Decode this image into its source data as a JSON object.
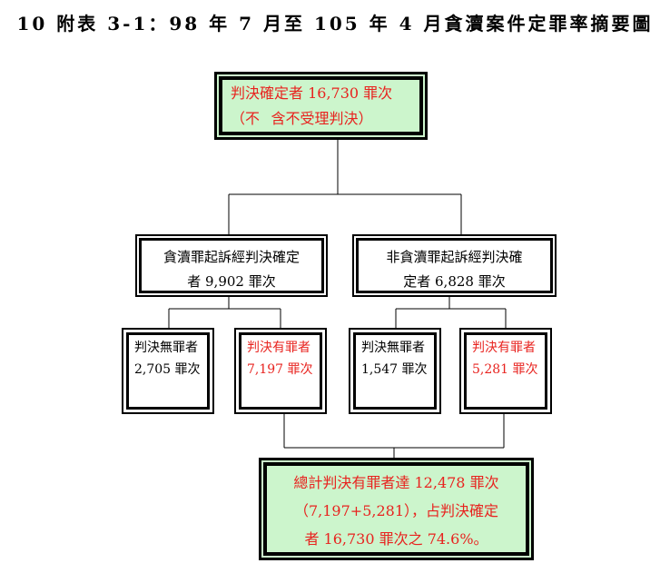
{
  "title": "10 附表 3-1：98 年 7 月至 105 年 4 月貪瀆案件定罪率摘要圖",
  "colors": {
    "accent_red": "#e8231f",
    "box_green": "#ccf5cc"
  },
  "root": {
    "line1": "判決確定者 16,730 罪次（不",
    "line2": "含不受理判決）"
  },
  "left_branch": {
    "line1": "貪瀆罪起訴經判決確定",
    "line2": "者 9,902 罪次",
    "not_guilty": {
      "label": "判決無罪者",
      "count": "2,705 罪次"
    },
    "guilty": {
      "label": "判決有罪者",
      "count": "7,197 罪次"
    }
  },
  "right_branch": {
    "line1": "非貪瀆罪起訴經判決確",
    "line2": "定者 6,828 罪次",
    "not_guilty": {
      "label": "判決無罪者",
      "count": "1,547 罪次"
    },
    "guilty": {
      "label": "判決有罪者",
      "count": "5,281 罪次"
    }
  },
  "summary": {
    "line1": "總計判決有罪者達 12,478 罪次",
    "line2": "（7,197+5,281），占判決確定",
    "line3": "者 16,730 罪次之 74.6%。"
  }
}
